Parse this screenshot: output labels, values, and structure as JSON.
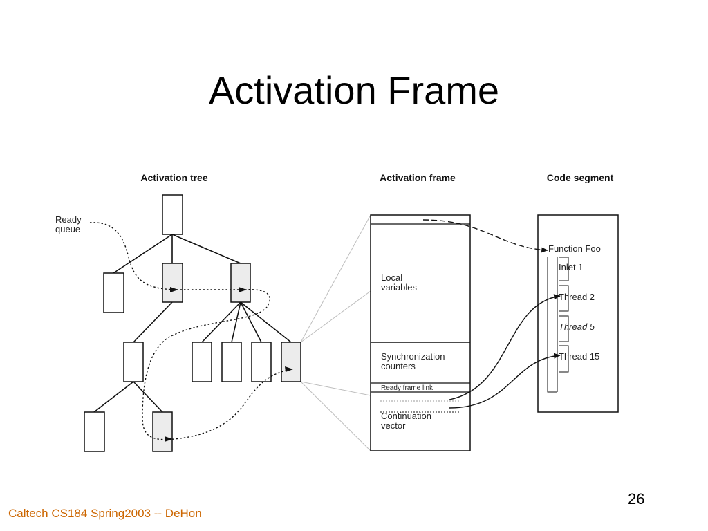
{
  "slide": {
    "title": "Activation Frame",
    "footer": "Caltech CS184 Spring2003 -- DeHon",
    "page_number": "26"
  },
  "diagram": {
    "headers": {
      "tree": "Activation tree",
      "frame": "Activation frame",
      "code": "Code segment"
    },
    "ready_queue_label": [
      "Ready",
      "queue"
    ],
    "frame_sections": {
      "local_variables": [
        "Local",
        "variables"
      ],
      "sync_counters": [
        "Synchronization",
        "counters"
      ],
      "ready_frame_link": "Ready frame link",
      "continuation_vector": [
        "Continuation",
        "vector"
      ]
    },
    "code_items": {
      "function": "Function Foo",
      "inlet": "Inlet 1",
      "thread2": "Thread 2",
      "thread5": "Thread 5",
      "thread15": "Thread 15"
    }
  }
}
